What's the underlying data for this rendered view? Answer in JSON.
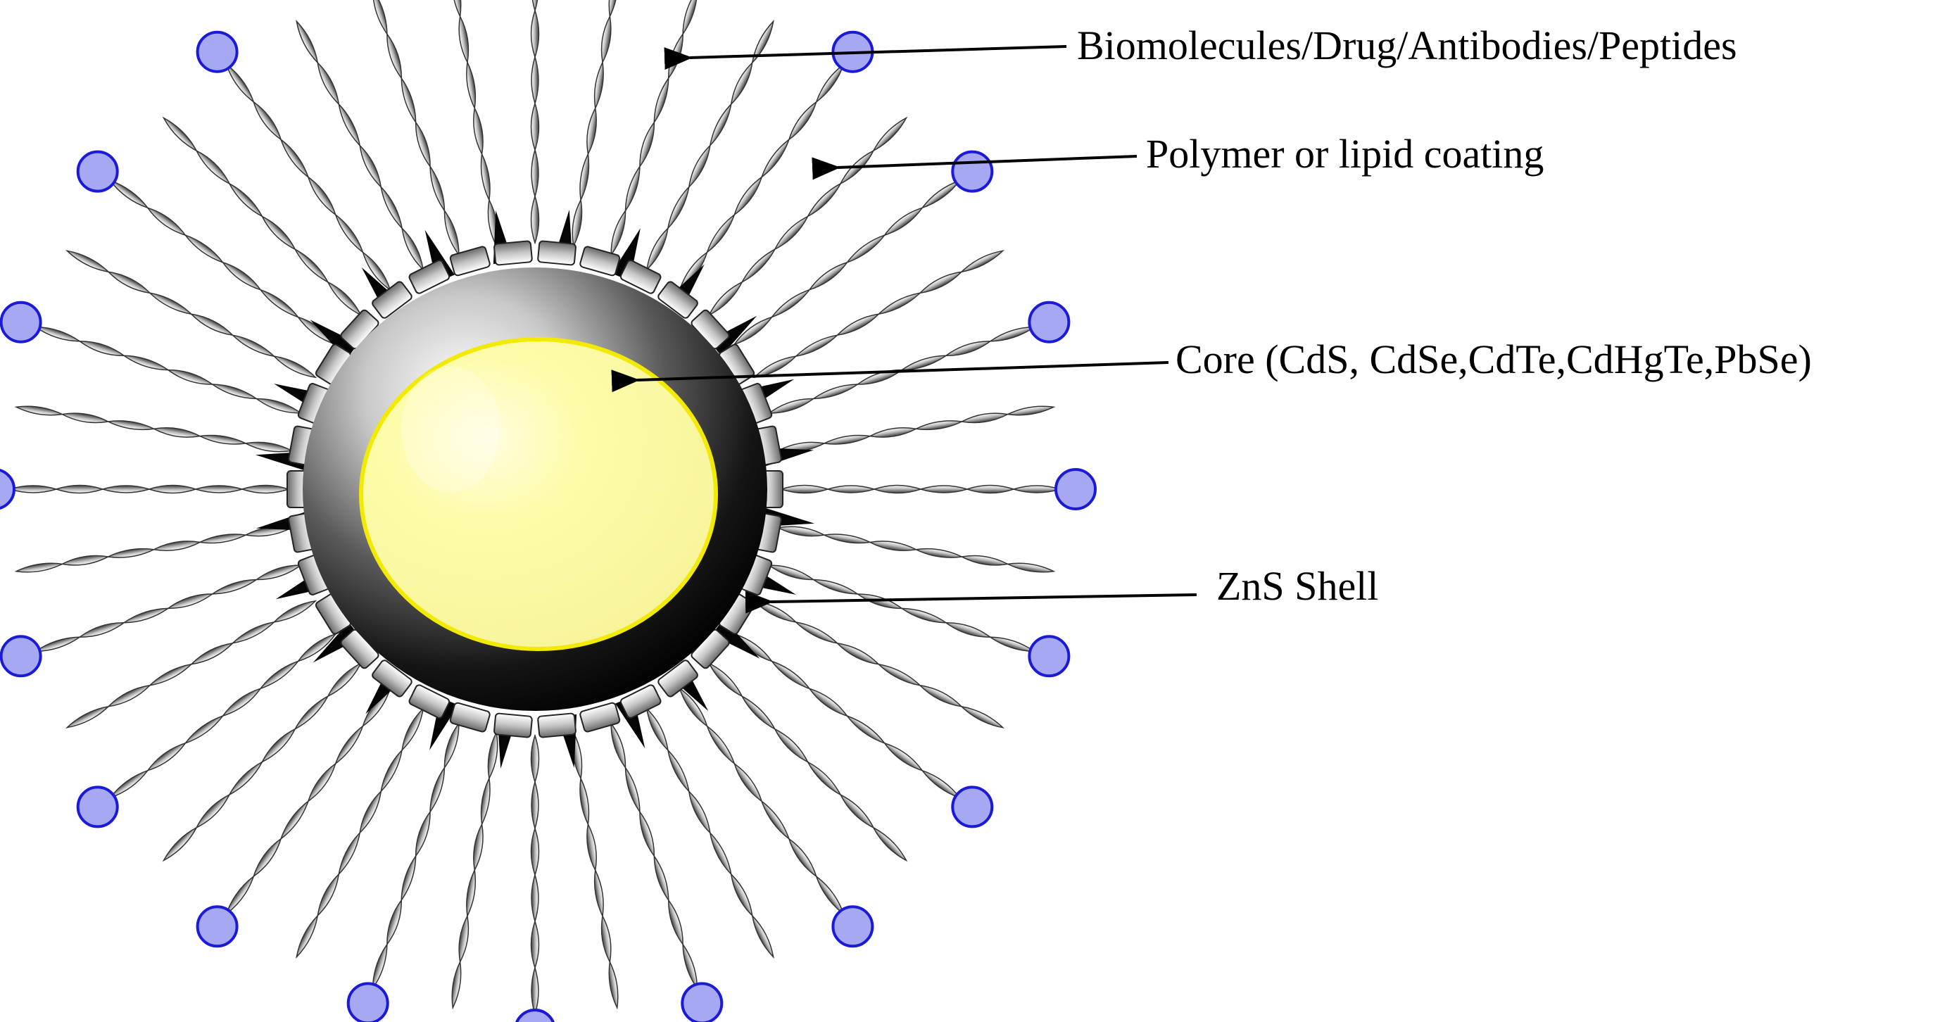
{
  "labels": {
    "biomolecules": "Biomolecules/Drug/Antibodies/Peptides",
    "polymer": "Polymer or lipid coating",
    "core": "Core (CdS, CdSe,CdTe,CdHgTe,PbSe)",
    "shell": "ZnS Shell"
  },
  "colors": {
    "core_fill": "#fdfca8",
    "core_outline": "#f2ea00",
    "shell_dark": "#050505",
    "ligand_head_fill": "#a6a8f2",
    "ligand_head_outline": "#1a1ad8",
    "chain_fill": "#d0d0d0",
    "arrow": "#000000"
  },
  "icons": {
    "ligand_head": "circle",
    "chain": "twisted-spindle",
    "arrow": "arrow-left"
  }
}
